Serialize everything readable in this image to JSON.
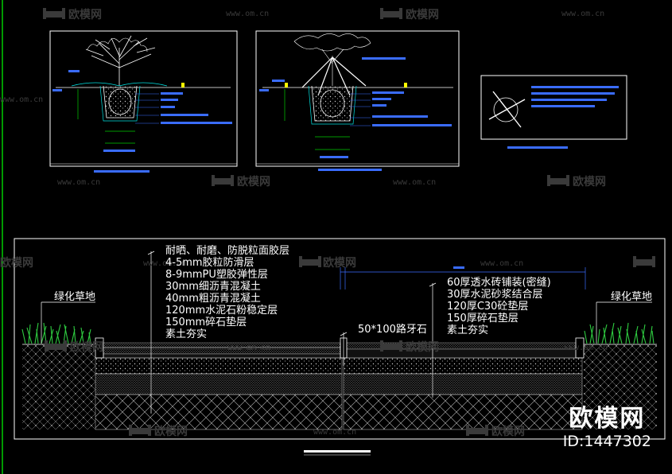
{
  "colors": {
    "background": "#000000",
    "frame": "#ffffff",
    "cyan": "#00e0e0",
    "blue": "#3a6cff",
    "yellow": "#ffff00",
    "green": "#00cc00",
    "grass": "#2ecc40"
  },
  "section": {
    "left_layers": [
      "耐晒、耐磨、防脱粒面胶层",
      "4-5mm胶粒防滑层",
      "8-9mmPU塑胶弹性层",
      "30mm细沥青混凝土",
      "40mm粗沥青混凝土",
      "120mm水泥石粉稳定层",
      "150mm碎石垫层",
      "素土夯实"
    ],
    "right_layers": [
      "60厚透水砖铺装(密缝)",
      "30厚水泥砂浆结合层",
      "120厚C30砼垫层",
      "150厚碎石垫层",
      "素土夯实"
    ],
    "curb_label": "50*100路牙石",
    "grass_left": "绿化草地",
    "grass_right": "绿化草地"
  },
  "watermark": {
    "brand": "欧模网",
    "url": "www.om.cn"
  },
  "brand_mark": {
    "name": "欧模网",
    "id": "ID:1447302"
  }
}
